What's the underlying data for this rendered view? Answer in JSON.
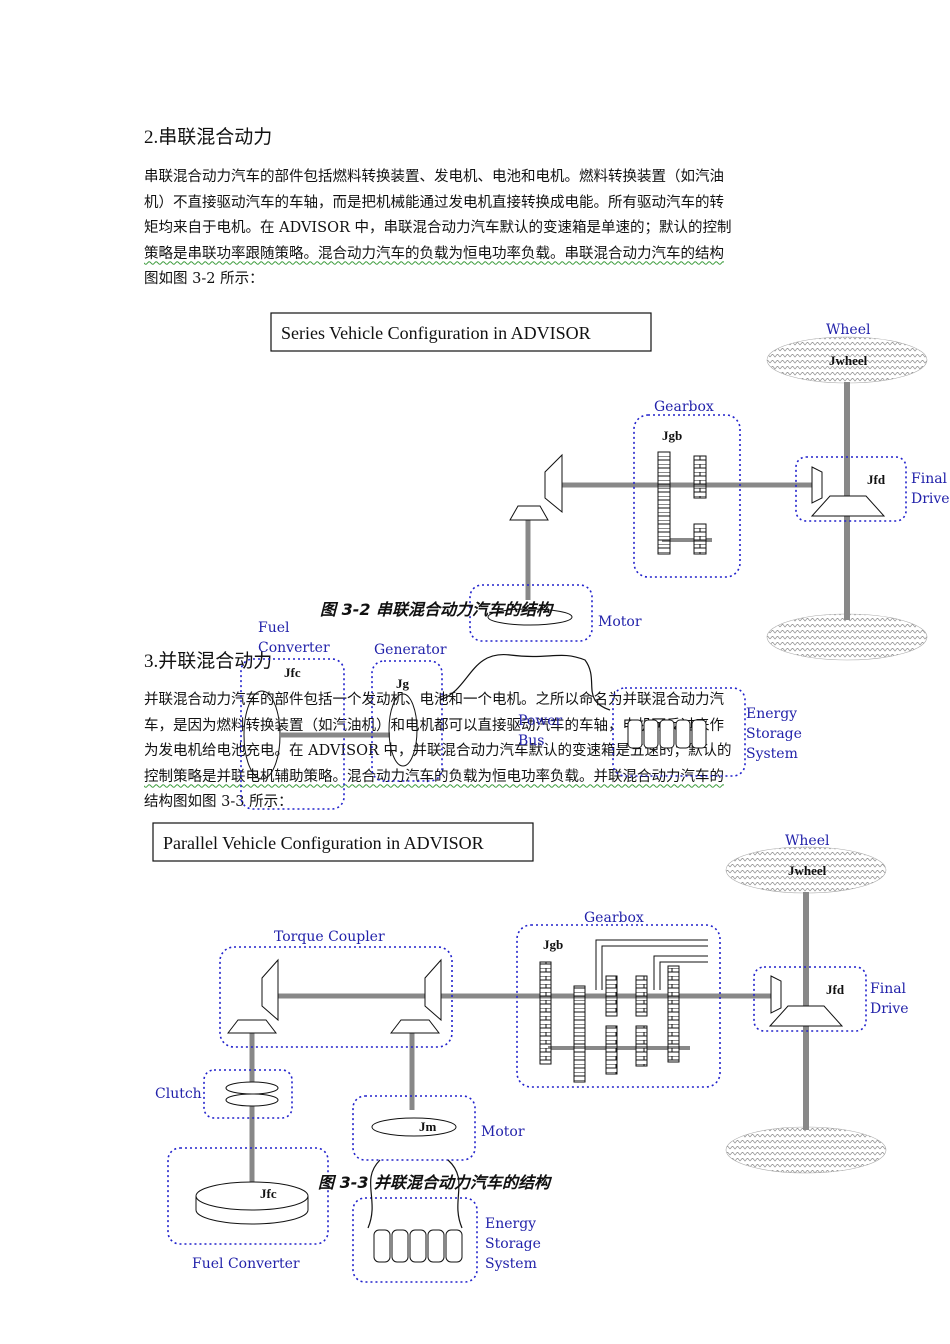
{
  "section2": {
    "heading": "2.串联混合动力",
    "para_line1": "串联混合动力汽车的部件包括燃料转换装置、发电机、电池和电机。燃料转换装置（如汽油",
    "para_line2": "机）不直接驱动汽车的车轴，而是把机械能通过发电机直接转换成电能。所有驱动汽车的转",
    "para_line3": "矩均来自于电机。在 ADVISOR 中，串联混合动力汽车默认的变速箱是单速的；默认的控制",
    "para_line4": "策略是串联功率跟随策略。混合动力汽车的负载为恒电功率负载。串联混合动力汽车的结构",
    "para_line5": "图如图 3-2 所示："
  },
  "figure32": {
    "title": "Series Vehicle Configuration in ADVISOR",
    "wheel": "Wheel",
    "j_wheel": "Jwheel",
    "gearbox": "Gearbox",
    "j_gb": "Jgb",
    "j_fd": "Jfd",
    "final": "Final",
    "drive": "Drive",
    "motor": "Motor",
    "fuel": "Fuel",
    "converter": "Converter",
    "j_fc": "Jfc",
    "generator": "Generator",
    "j_g": "Jg",
    "power": "Power",
    "bus": "Bus",
    "energy": "Energy",
    "storage": "Storage",
    "system": "System",
    "caption": "图 3-2  串联混合动力汽车的结构"
  },
  "section3": {
    "heading": "3.并联混合动力",
    "para_line1": "并联混合动力汽车的部件包括一个发动机、电池和一个电机。之所以命名为并联混合动力汽",
    "para_line2": "车，是因为燃料转换装置（如汽油机）和电机都可以直接驱动汽车的车轴，电机可反过来作",
    "para_line3": "为发电机给电池充电。在 ADVISOR 中，并联混合动力汽车默认的变速箱是五速的；默认的",
    "para_line4": "控制策略是并联电机辅助策略。混合动力汽车的负载为恒电功率负载。并联混合动力汽车的",
    "para_line5": "结构图如图 3-3 所示："
  },
  "figure33": {
    "title": "Parallel Vehicle Configuration in ADVISOR",
    "wheel": "Wheel",
    "j_wheel": "Jwheel",
    "torque_coupler": "Torque Coupler",
    "gearbox": "Gearbox",
    "j_gb": "Jgb",
    "j_fd": "Jfd",
    "final": "Final",
    "drive": "Drive",
    "clutch": "Clutch",
    "j_m": "Jm",
    "motor": "Motor",
    "j_fc": "Jfc",
    "fuel_converter": "Fuel Converter",
    "energy": "Energy",
    "storage": "Storage",
    "system": "System",
    "caption": "图 3-3  并联混合动力汽车的结构"
  },
  "colors": {
    "dotted_box": "#2222cc",
    "label_blue": "#2222aa",
    "shaft_gray": "#888888",
    "underline_green": "#3a9a3a"
  }
}
